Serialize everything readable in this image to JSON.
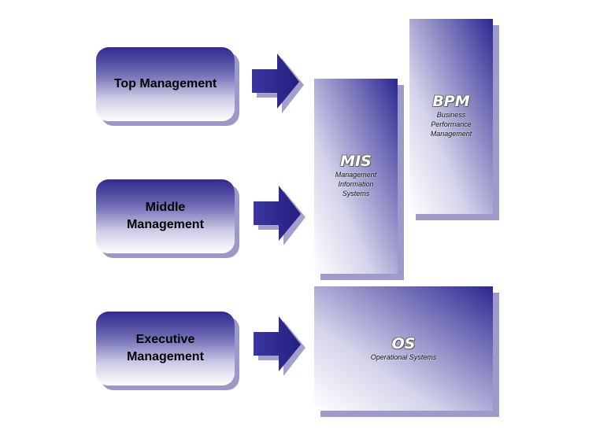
{
  "levels": {
    "top": "Top Management",
    "middle_line1": "Middle",
    "middle_line2": "Management",
    "executive_line1": "Executive",
    "executive_line2": "Management"
  },
  "systems": {
    "bpm": {
      "title": "BPM",
      "sub1": "Business",
      "sub2": "Performance",
      "sub3": "Management"
    },
    "mis": {
      "title": "MIS",
      "sub1": "Management",
      "sub2": "Information",
      "sub3": "Systems"
    },
    "os": {
      "title": "OS",
      "sub1": "Operational Systems"
    }
  },
  "colors": {
    "primary": "#2f2a8c",
    "shadow": "#9c99c9"
  }
}
